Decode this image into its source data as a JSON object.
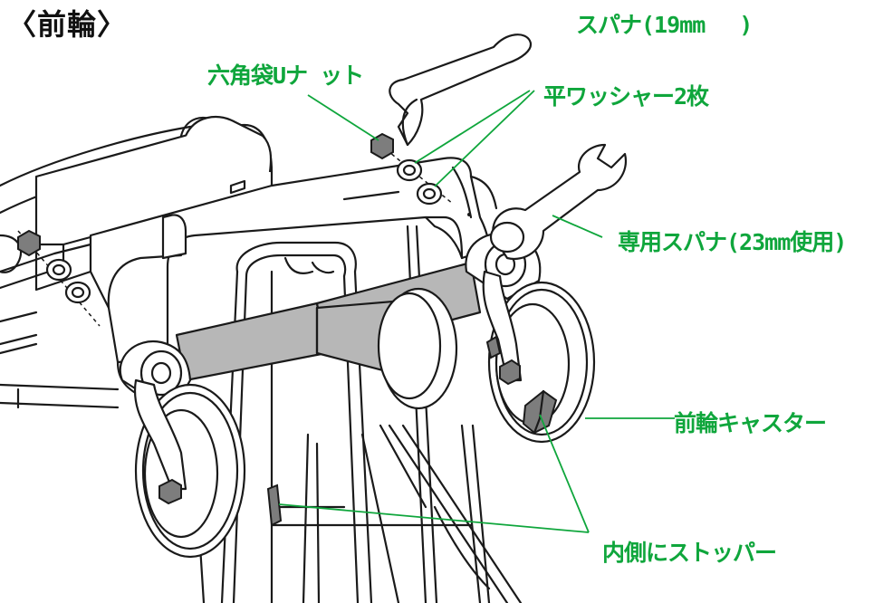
{
  "title": "〈前輪〉",
  "accent_color": "#0fa63c",
  "labels": {
    "wrench_19": "スパナ(19mm　 )",
    "cap_nut": "六角袋Uナ ット",
    "washers": "平ワッシャー2枚",
    "special_wrench": "専用スパナ(23mm使用)",
    "front_caster": "前輪キャスター",
    "stopper": "内側にストッパー"
  }
}
